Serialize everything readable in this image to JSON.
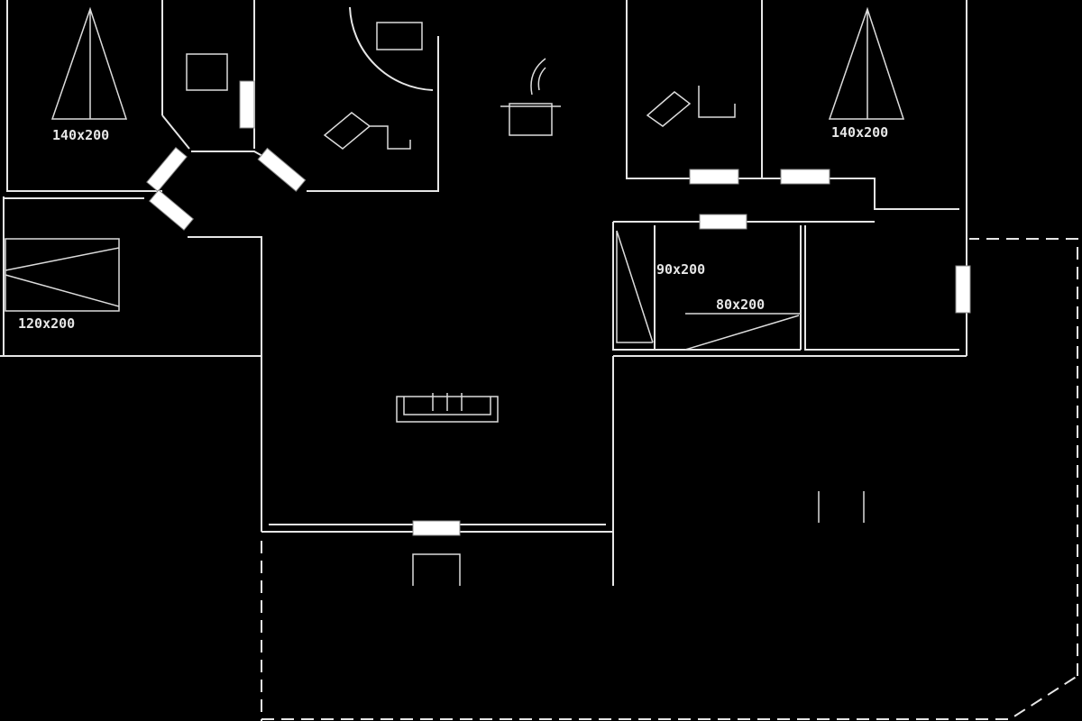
{
  "plan": {
    "colors": {
      "background": "#000000",
      "lines": "#e6e6e6"
    },
    "bed_labels": [
      "140x200",
      "140x200",
      "120x200",
      "90x200",
      "80x200"
    ]
  }
}
